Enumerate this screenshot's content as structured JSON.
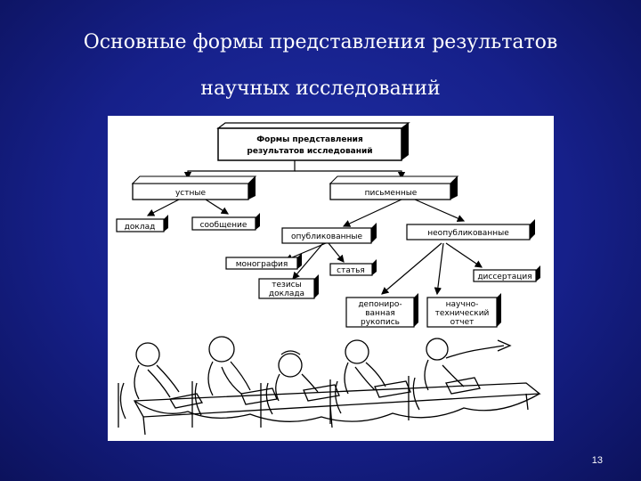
{
  "slide": {
    "title_line1": "Основные формы представления результатов",
    "title_line2": "научных исследований",
    "page_number": "13"
  },
  "diagram": {
    "root": {
      "line1": "Формы представления",
      "line2": "результатов исследований"
    },
    "oral": "устные",
    "written": "письменные",
    "report": "доклад",
    "message": "сообщение",
    "published": "опубликованные",
    "unpublished": "неопубликованные",
    "monograph": "монография",
    "article": "статья",
    "abstracts": {
      "line1": "тезисы",
      "line2": "доклада"
    },
    "dissertation": "диссертация",
    "deposited": {
      "line1": "депониро-",
      "line2": "ванная",
      "line3": "рукопись"
    },
    "sci_tech_report": {
      "line1": "научно-",
      "line2": "технический",
      "line3": "отчет"
    }
  },
  "colors": {
    "background": "#16208a",
    "title_text": "#ffffff",
    "figure_bg": "#ffffff",
    "ink": "#000000"
  }
}
